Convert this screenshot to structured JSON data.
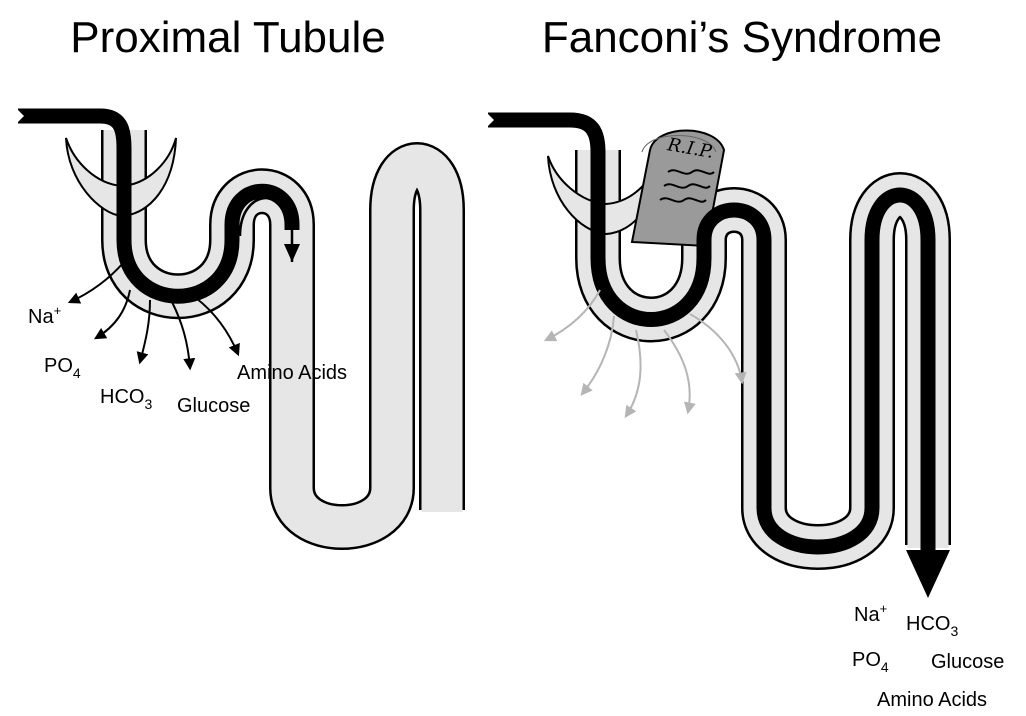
{
  "panels": {
    "left": {
      "title": "Proximal Tubule",
      "labels": {
        "na": "Na",
        "na_charge": "+",
        "po4": "PO",
        "po4_sub": "4",
        "hco3": "HCO",
        "hco3_sub": "3",
        "glucose": "Glucose",
        "amino_acids": "Amino Acids"
      }
    },
    "right": {
      "title": "Fanconi’s Syndrome",
      "tombstone_text": "R.I.P.",
      "labels": {
        "na": "Na",
        "na_charge": "+",
        "hco3": "HCO",
        "hco3_sub": "3",
        "po4": "PO",
        "po4_sub": "4",
        "glucose": "Glucose",
        "amino_acids": "Amino Acids"
      }
    }
  },
  "colors": {
    "tubule_fill": "#e6e6e6",
    "filtrate": "#000000",
    "faded_arrow": "#b5b5b5",
    "tombstone": "#9a9a9a"
  }
}
